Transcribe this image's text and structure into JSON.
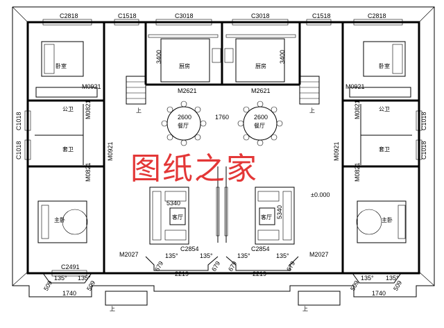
{
  "windows": {
    "top_left": "C2818",
    "top_left_mid": "C1518",
    "top_center_left": "C3018",
    "top_center_right": "C3018",
    "top_right_mid": "C1518",
    "top_right": "C2818",
    "left_side_1": "C1018",
    "left_side_2": "C1018",
    "right_side_1": "C1018",
    "right_side_2": "C1018",
    "bottom_left": "C2491",
    "bay_left": "C2854",
    "bay_right": "C2854"
  },
  "doors": {
    "bed_left_top": "M0921",
    "bed_right_top": "M0921",
    "wc_left_1": "M0821",
    "wc_left_2": "M0821",
    "wc_right_1": "M0821",
    "wc_right_2": "M0821",
    "hall_left": "M0921",
    "hall_right": "M0921",
    "kitchen_left": "M2621",
    "kitchen_right": "M2621",
    "entry_left": "M2027",
    "entry_right": "M2027"
  },
  "rooms": {
    "bedroom": "卧室",
    "kitchen": "厨房",
    "wc_public": "公卫",
    "wc_private": "套卫",
    "master": "主卧",
    "dining": "餐厅",
    "living": "客厅"
  },
  "dims": {
    "kitchen_h": "3400",
    "table": "2600",
    "dining_gap": "1760",
    "elev": "±0.000",
    "living": "5340",
    "bay": "2219",
    "bay_side": "679",
    "angle": "135°",
    "porch": "1740",
    "pier": "509"
  },
  "watermark": "图纸之家",
  "stair_up": "上"
}
